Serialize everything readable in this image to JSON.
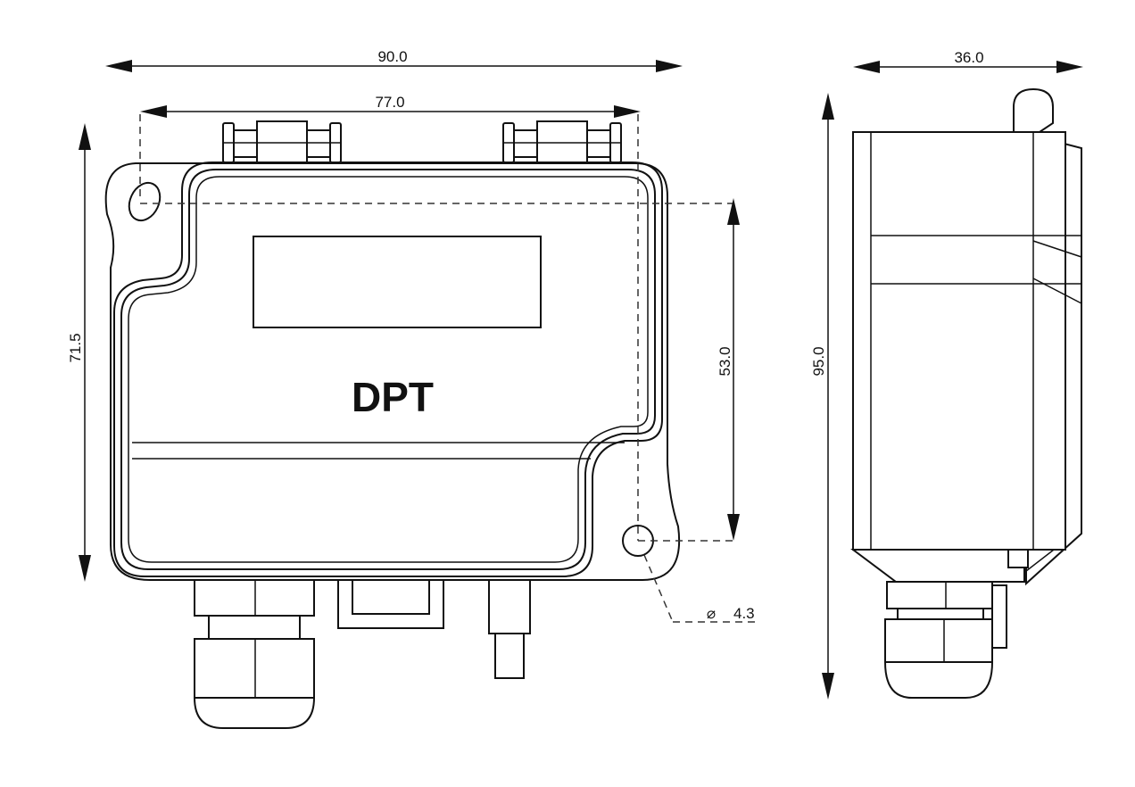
{
  "drawing": {
    "brand_label": "DPT",
    "dimensions": {
      "front_width": "90.0",
      "mount_hole_spacing_horizontal": "77.0",
      "front_height": "71.5",
      "mount_hole_spacing_vertical": "53.0",
      "side_depth": "36.0",
      "side_height": "95.0",
      "mount_hole_diameter": "4.3",
      "diameter_symbol": "⌀"
    }
  }
}
